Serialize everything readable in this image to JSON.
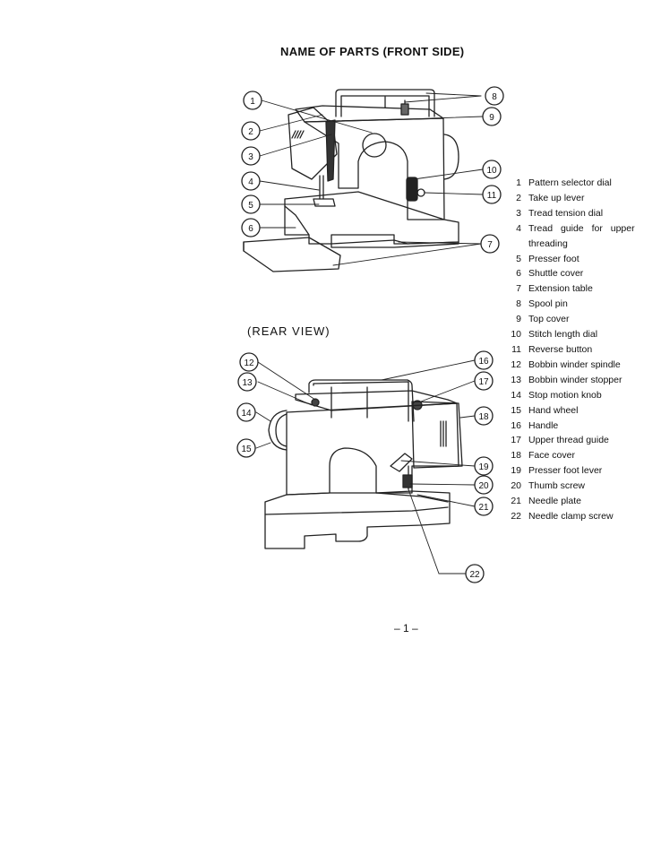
{
  "heading": "NAME OF PARTS (FRONT SIDE)",
  "rear_heading": "(REAR VIEW)",
  "page_number": "– 1 –",
  "callouts": [
    "1",
    "2",
    "3",
    "4",
    "5",
    "6",
    "7",
    "8",
    "9",
    "10",
    "11",
    "12",
    "13",
    "14",
    "15",
    "16",
    "17",
    "18",
    "19",
    "20",
    "21",
    "22"
  ],
  "parts": [
    {
      "num": "1",
      "name": "Pattern selector dial"
    },
    {
      "num": "2",
      "name": "Take up lever"
    },
    {
      "num": "3",
      "name": "Tread tension dial"
    },
    {
      "num": "4",
      "name": "Tread guide for upper",
      "cont": "threading"
    },
    {
      "num": "5",
      "name": "Presser foot"
    },
    {
      "num": "6",
      "name": "Shuttle cover"
    },
    {
      "num": "7",
      "name": "Extension table"
    },
    {
      "num": "8",
      "name": "Spool pin"
    },
    {
      "num": "9",
      "name": "Top cover"
    },
    {
      "num": "10",
      "name": "Stitch length dial"
    },
    {
      "num": "11",
      "name": "Reverse button"
    },
    {
      "num": "12",
      "name": "Bobbin winder spindle"
    },
    {
      "num": "13",
      "name": "Bobbin winder stopper"
    },
    {
      "num": "14",
      "name": "Stop motion knob"
    },
    {
      "num": "15",
      "name": "Hand wheel"
    },
    {
      "num": "16",
      "name": "Handle"
    },
    {
      "num": "17",
      "name": "Upper thread guide"
    },
    {
      "num": "18",
      "name": "Face cover"
    },
    {
      "num": "19",
      "name": "Presser foot lever"
    },
    {
      "num": "20",
      "name": "Thumb screw"
    },
    {
      "num": "21",
      "name": "Needle plate"
    },
    {
      "num": "22",
      "name": "Needle clamp screw"
    }
  ]
}
